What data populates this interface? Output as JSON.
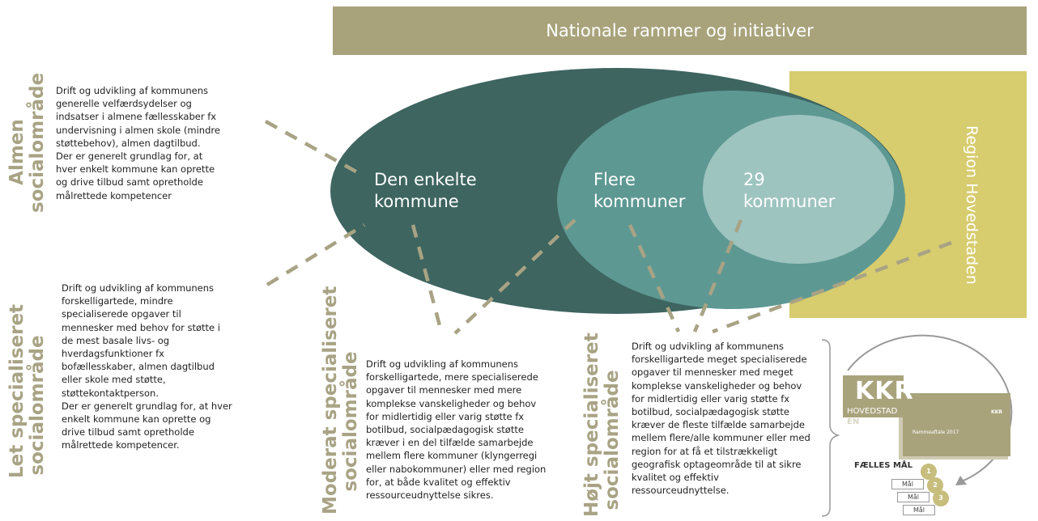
{
  "banner": {
    "title": "Nationale rammer og initiativer"
  },
  "region": {
    "label": "Region Hovedstaden"
  },
  "ellipses": {
    "outer": [
      "Den enkelte",
      "kommune"
    ],
    "middle": [
      "Flere",
      "kommuner"
    ],
    "inner": [
      "29",
      "kommuner"
    ]
  },
  "levels": {
    "almen": {
      "label": [
        "Almen",
        "socialområde"
      ],
      "desc": [
        "Drift og udvikling af kommunens",
        "generelle velfærdsydelser og",
        "indsatser i almene fællesskaber fx",
        "undervisning i almen skole (mindre",
        "støttebehov), almen dagtilbud.",
        "Der er generelt grundlag for, at",
        "hver enkelt kommune kan oprette",
        "og drive tilbud samt opretholde",
        "målrettede kompetencer"
      ]
    },
    "let": {
      "label": [
        "Let specialiseret",
        "socialområde"
      ],
      "desc": [
        "Drift og udvikling af kommunens",
        "forskelligartede, mindre",
        "specialiserede opgaver til",
        "mennesker med behov for støtte i",
        "de mest basale livs- og",
        "hverdagsfunktioner fx",
        "bofællesskaber, almen dagtilbud",
        "eller skole med støtte,",
        "støttekontaktperson.",
        "Der er generelt grundlag for, at hver",
        "enkelt kommune kan oprette og",
        "drive tilbud samt opretholde",
        "målrettede kompetencer."
      ]
    },
    "moderat": {
      "label": [
        "Moderat specialiseret",
        "socialområde"
      ],
      "desc": [
        "Drift og udvikling af kommunens",
        "forskelligartede, mere specialiserede",
        "opgaver til mennesker med mere",
        "komplekse vanskeligheder og behov",
        "for midlertidig eller varig støtte fx",
        "botilbud, socialpædagogisk støtte",
        "kræver i en del tilfælde samarbejde",
        "mellem flere kommuner (klyngerregi",
        "eller nabokommuner) eller med region",
        "for, at både kvalitet og effektiv",
        "ressourceudnyttelse sikres."
      ]
    },
    "hoejt": {
      "label": [
        "Højt specialiseret",
        "socialområde"
      ],
      "desc": [
        "Drift og udvikling af kommunens",
        "forskelligartede meget specialiserede",
        "opgaver til mennesker med meget",
        "komplekse vanskeligheder og behov",
        "for midlertidig eller varig støtte fx",
        "botilbud, socialpædagogisk støtte",
        "kræver de fleste tilfælde samarbejde",
        "mellem flere/alle kommuner eller med",
        "region for at få et tilstrækkeligt",
        "geografisk optageområde til at sikre",
        "kvalitet og effektiv",
        "ressourceudnyttelse."
      ]
    }
  },
  "kkr": {
    "title": "KKR",
    "subtitle": "HOVEDSTAD",
    "suffix": "EN",
    "doc_title": "Rammeaftale 2017",
    "doc_logo": "KKR",
    "faelles": "FÆLLES MÅL",
    "maal": [
      "Mål",
      "Mål",
      "Mål"
    ],
    "numbers": [
      "1",
      "2",
      "3"
    ]
  },
  "colors": {
    "banner": "#a9a37c",
    "outer_ellipse": "#3e6560",
    "middle_ellipse": "#5e9893",
    "inner_ellipse": "#9ec4c0",
    "region": "#d7cc6e",
    "label": "#a8a384",
    "dash": "#a8a384"
  }
}
